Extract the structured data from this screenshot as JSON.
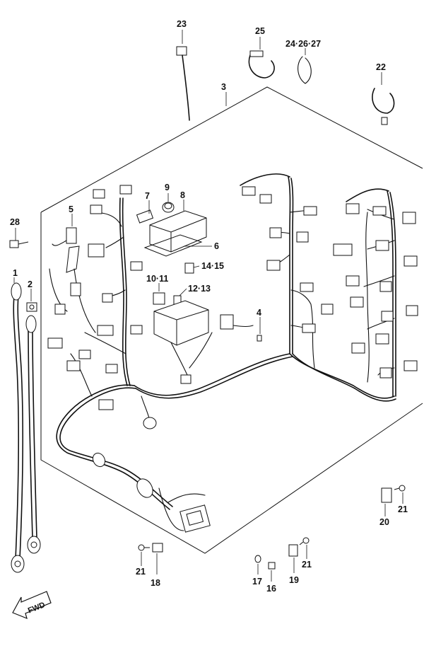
{
  "callouts": {
    "c1": "1",
    "c2": "2",
    "c3": "3",
    "c4": "4",
    "c5": "5",
    "c6": "6",
    "c7": "7",
    "c8": "8",
    "c9": "9",
    "c10_11": "10·11",
    "c12_13": "12·13",
    "c14_15": "14·15",
    "c16": "16",
    "c17": "17",
    "c18": "18",
    "c19": "19",
    "c20": "20",
    "c21a": "21",
    "c21b": "21",
    "c21c": "21",
    "c22": "22",
    "c23": "23",
    "c24_26_27": "24·26·27",
    "c25": "25",
    "c28": "28"
  },
  "fwd_label": "FWD",
  "icons": [
    "fwd-arrow-icon"
  ]
}
